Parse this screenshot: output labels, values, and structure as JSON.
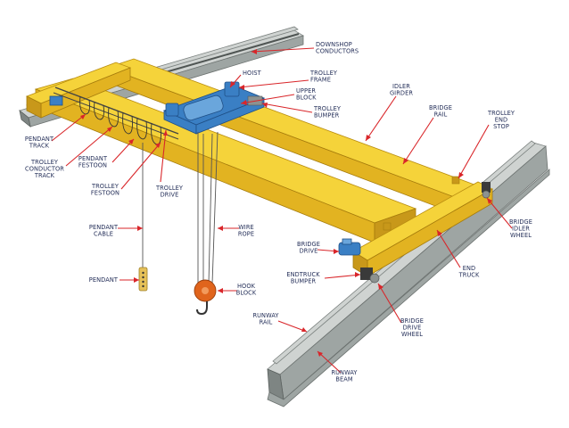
{
  "labels": {
    "downshop_conductors": [
      "DOWNSHOP",
      "CONDUCTORS"
    ],
    "hoist": [
      "HOIST"
    ],
    "trolley_frame": [
      "TROLLEY",
      "FRAME"
    ],
    "upper_block": [
      "UPPER",
      "BLOCK"
    ],
    "trolley_bumper": [
      "TROLLEY",
      "BUMPER"
    ],
    "idler_girder": [
      "IDLER",
      "GIRDER"
    ],
    "bridge_rail": [
      "BRIDGE",
      "RAIL"
    ],
    "trolley_end_stop": [
      "TROLLEY",
      "END",
      "STOP"
    ],
    "pendant_track": [
      "PENDANT",
      "TRACK"
    ],
    "trolley_conductor_track": [
      "TROLLEY",
      "CONDUCTOR",
      "TRACK"
    ],
    "pendant_festoon": [
      "PENDANT",
      "FESTOON"
    ],
    "trolley_festoon": [
      "TROLLEY",
      "FESTOON"
    ],
    "trolley_drive": [
      "TROLLEY",
      "DRIVE"
    ],
    "bridge_idler_wheel": [
      "BRIDGE",
      "IDLER",
      "WHEEL"
    ],
    "pendant_cable": [
      "PENDANT",
      "CABLE"
    ],
    "wire_rope": [
      "WIRE",
      "ROPE"
    ],
    "bridge_drive": [
      "BRIDGE",
      "DRIVE"
    ],
    "end_truck": [
      "END",
      "TRUCK"
    ],
    "pendant": [
      "PENDANT"
    ],
    "hook_block": [
      "HOOK",
      "BLOCK"
    ],
    "endtruck_bumper": [
      "ENDTRUCK",
      "BUMPER"
    ],
    "runway_rail": [
      "RUNWAY",
      "RAIL"
    ],
    "bridge_drive_wheel": [
      "BRIDGE",
      "DRIVE",
      "WHEEL"
    ],
    "runway_beam": [
      "RUNWAY",
      "BEAM"
    ]
  },
  "colors": {
    "girder": "#f5d33a",
    "runway": "#cfd3d1",
    "hoist": "#3a7fc4",
    "hook": "#e0641c",
    "leader": "#d9262a",
    "label_text": "#1f2a55"
  }
}
